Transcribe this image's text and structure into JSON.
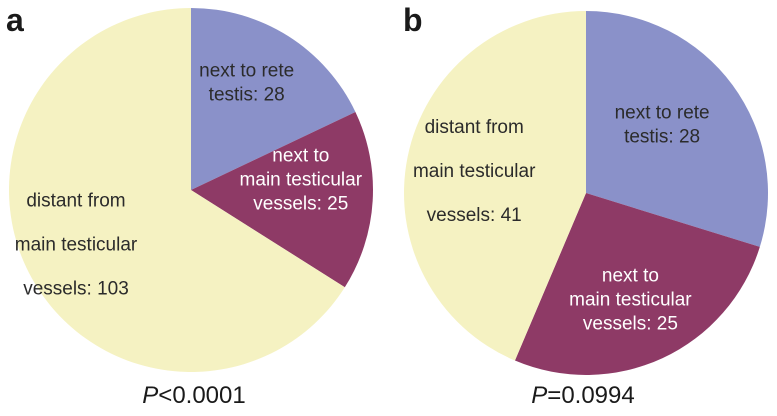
{
  "chart_data": [
    {
      "type": "pie",
      "panel_label": "a",
      "p_symbol": "P",
      "p_value": "<0.0001",
      "slices": [
        {
          "name": "next to rete testis",
          "value": 28,
          "color": "#8a91c9",
          "label_lines": [
            "next to rete",
            "testis: 28"
          ],
          "label_color": "#2b2b2b"
        },
        {
          "name": "next to main testicular vessels",
          "value": 25,
          "color": "#8e3a66",
          "label_lines": [
            "next to",
            "main testicular",
            "vessels: 25"
          ],
          "label_color": "#ffffff"
        },
        {
          "name": "distant from main testicular vessels",
          "value": 103,
          "color": "#f5f2c2",
          "label_lines": [
            "distant from",
            "main testicular",
            "vessels: 103"
          ],
          "label_color": "#2b2b2b"
        }
      ]
    },
    {
      "type": "pie",
      "panel_label": "b",
      "p_symbol": "P",
      "p_value": "=0.0994",
      "slices": [
        {
          "name": "next to rete testis",
          "value": 28,
          "color": "#8a91c9",
          "label_lines": [
            "next to rete",
            "testis: 28"
          ],
          "label_color": "#2b2b2b"
        },
        {
          "name": "next to main testicular vessels",
          "value": 25,
          "color": "#8e3a66",
          "label_lines": [
            "next to",
            "main testicular",
            "vessels: 25"
          ],
          "label_color": "#ffffff"
        },
        {
          "name": "distant from main testicular vessels",
          "value": 41,
          "color": "#f5f2c2",
          "label_lines": [
            "distant from",
            "main testicular",
            "vessels: 41"
          ],
          "label_color": "#2b2b2b"
        }
      ]
    }
  ]
}
